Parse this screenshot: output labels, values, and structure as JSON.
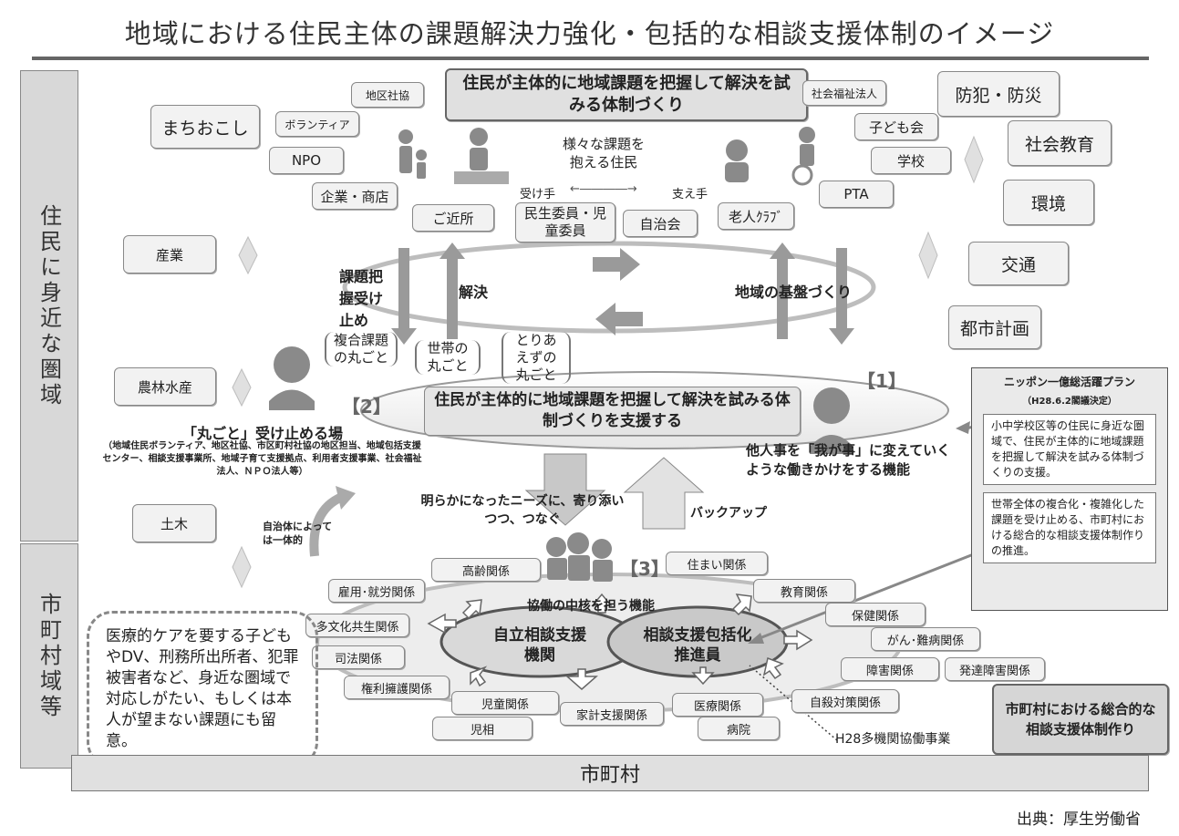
{
  "title": "地域における住民主体の課題解決力強化・包括的な相談支援体制のイメージ",
  "side_labels": {
    "resident": "住民に身近な圏域",
    "municipal": "市町村域等"
  },
  "top_box": "住民が主体的に地域課題を把握して解決を試みる体制づくり",
  "left_boxes": [
    "まちおこし",
    "産業",
    "農林水産",
    "土木"
  ],
  "right_boxes": [
    "防犯・防災",
    "社会教育",
    "環境",
    "交通",
    "都市計画"
  ],
  "community_boxes": {
    "chiku": "地区社協",
    "volunteer": "ボランティア",
    "npo": "NPO",
    "kigyo": "企業・商店",
    "kinjo": "ご近所",
    "minsei": "民生委員・児童委員",
    "jichikai": "自治会",
    "roujin": "老人ｸﾗﾌﾞ",
    "pta": "PTA",
    "gakko": "学校",
    "kodomo": "子ども会",
    "shafuku": "社会福祉法人"
  },
  "center_text": {
    "residents": "様々な課題を抱える住民",
    "receiver": "受け手",
    "supporter": "支え手",
    "arrow": "←――――→"
  },
  "cycle_labels": {
    "grasp": "課題把握受け止め",
    "solve": "解決",
    "foundation": "地域の基盤づくり"
  },
  "brackets": [
    "複合課題の丸ごと",
    "世帯の丸ごと",
    "とりあえずの丸ごと"
  ],
  "marker1": "【1】",
  "marker2": "【2】",
  "marker3": "【3】",
  "ellipse_box": "住民が主体的に地域課題を把握して解決を試みる体制づくりを支援する",
  "function1": "他人事を「我が事」に変えていくような働きかけをする機能",
  "place_title": "「丸ごと」受け止める場",
  "place_detail": "（地域住民ボランティア、地区社協、市区町村社協の地区担当、地域包括支援センター、相談支援事業所、地域子育て支援拠点、利用者支援事業、社会福祉法人、ＮＰＯ法人等）",
  "plan": {
    "title": "ニッポン一億総活躍プラン",
    "date": "（H28.6.2閣議決定）",
    "item1": "小中学校区等の住民に身近な圏域で、住民が主体的に地域課題を把握して解決を試みる体制づくりの支援。",
    "item2": "世帯全体の複合化・複雑化した課題を受け止める、市町村における総合的な相談支援体制作りの推進。"
  },
  "needs_text": "明らかになったニーズに、寄り添いつつ、つなぐ",
  "backup": "バックアップ",
  "jichitai": "自治体によっては一体的",
  "core_function": "協働の中核を担う機能",
  "jiritsu": "自立相談支援機関",
  "soudan": "相談支援包括化推進員",
  "relations": {
    "koureisha": "高齢関係",
    "sumai": "住まい関係",
    "koyou": "雇用･就労関係",
    "kyouiku": "教育関係",
    "tabunka": "多文化共生関係",
    "hoken": "保健関係",
    "gan": "がん･難病関係",
    "shihou": "司法関係",
    "shougai": "障害関係",
    "hattatsu": "発達障害関係",
    "kenri": "権利擁護関係",
    "jidou": "児童関係",
    "kakei": "家計支援関係",
    "iryou": "医療関係",
    "jisatsu": "自殺対策関係",
    "jisou": "児相",
    "byouin": "病院"
  },
  "h28": "H28多機関協働事業",
  "municipal_box": "市町村における総合的な相談支援体制作り",
  "note": "医療的ケアを要する子どもやDV、刑務所出所者、犯罪被害者など、身近な圏域で対応しがたい、もしくは本人が望まない課題にも留意。",
  "bottom_bar": "市町村",
  "source": "出典：厚生労働省"
}
